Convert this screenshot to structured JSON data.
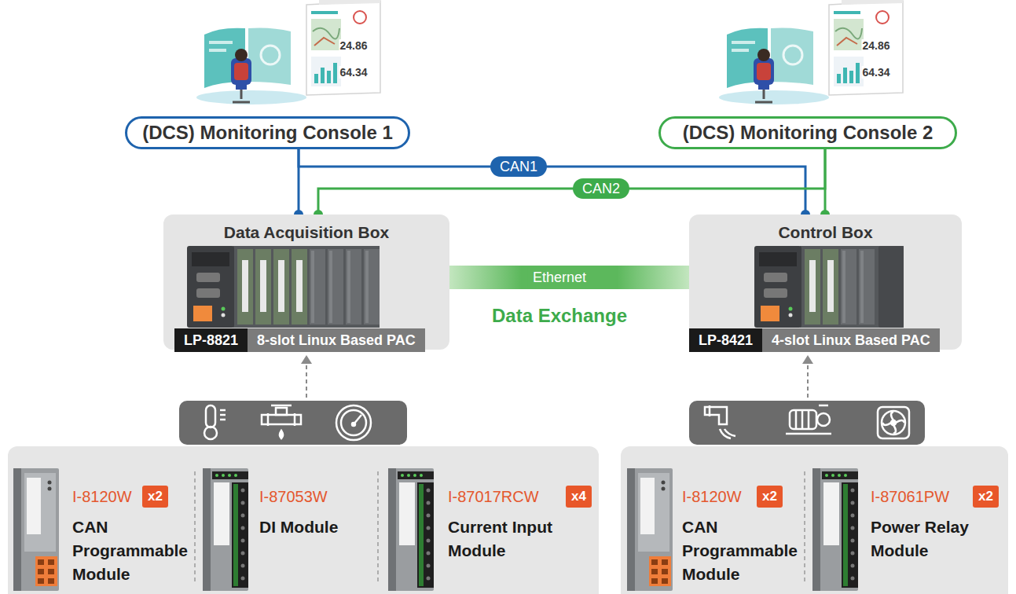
{
  "diagram": {
    "nodes": [
      {
        "text": [
          "(DCS) Monitoring Console 1"
        ]
      },
      {
        "text": [
          "(DCS) Monitoring Console 2"
        ]
      },
      {
        "text": [
          "Data Acquisition Box"
        ]
      },
      {
        "text": [
          "LP-8821"
        ],
        "in": 2
      },
      {
        "text": [
          "8-slot Linux Based PAC"
        ],
        "in": 2
      },
      {
        "text": [
          "Control Box"
        ]
      },
      {
        "text": [
          "LP-8421"
        ],
        "in": 5
      },
      {
        "text": [
          "4-slot Linux Based PAC"
        ],
        "in": 5
      },
      {
        "text": [
          "x2"
        ]
      },
      {
        "text": [
          "x4"
        ]
      },
      {
        "text": [
          "x2"
        ]
      },
      {
        "text": [
          "x2"
        ]
      }
    ],
    "edges": [
      {
        "from": 0,
        "to": 2,
        "arrow": "none"
      },
      {
        "from": 0,
        "to": 5,
        "label": "CAN1",
        "arrow": "none"
      },
      {
        "from": 1,
        "to": 2,
        "label": "CAN2",
        "arrow": "none"
      },
      {
        "from": 1,
        "to": 5,
        "arrow": "none"
      },
      {
        "from": 2,
        "to": 5,
        "label": "Ethernet",
        "arrow": "none"
      }
    ],
    "labels": [
      "24.86",
      "64.34",
      "24.86",
      "64.34",
      "Data Exchange",
      "I-8120W",
      "CAN Programmable Module",
      "I-87053W",
      "DI Module",
      "I-87017RCW",
      "Current Input Module",
      "I-8120W",
      "CAN Programmable Module",
      "I-87061PW",
      "Power Relay Module"
    ]
  }
}
